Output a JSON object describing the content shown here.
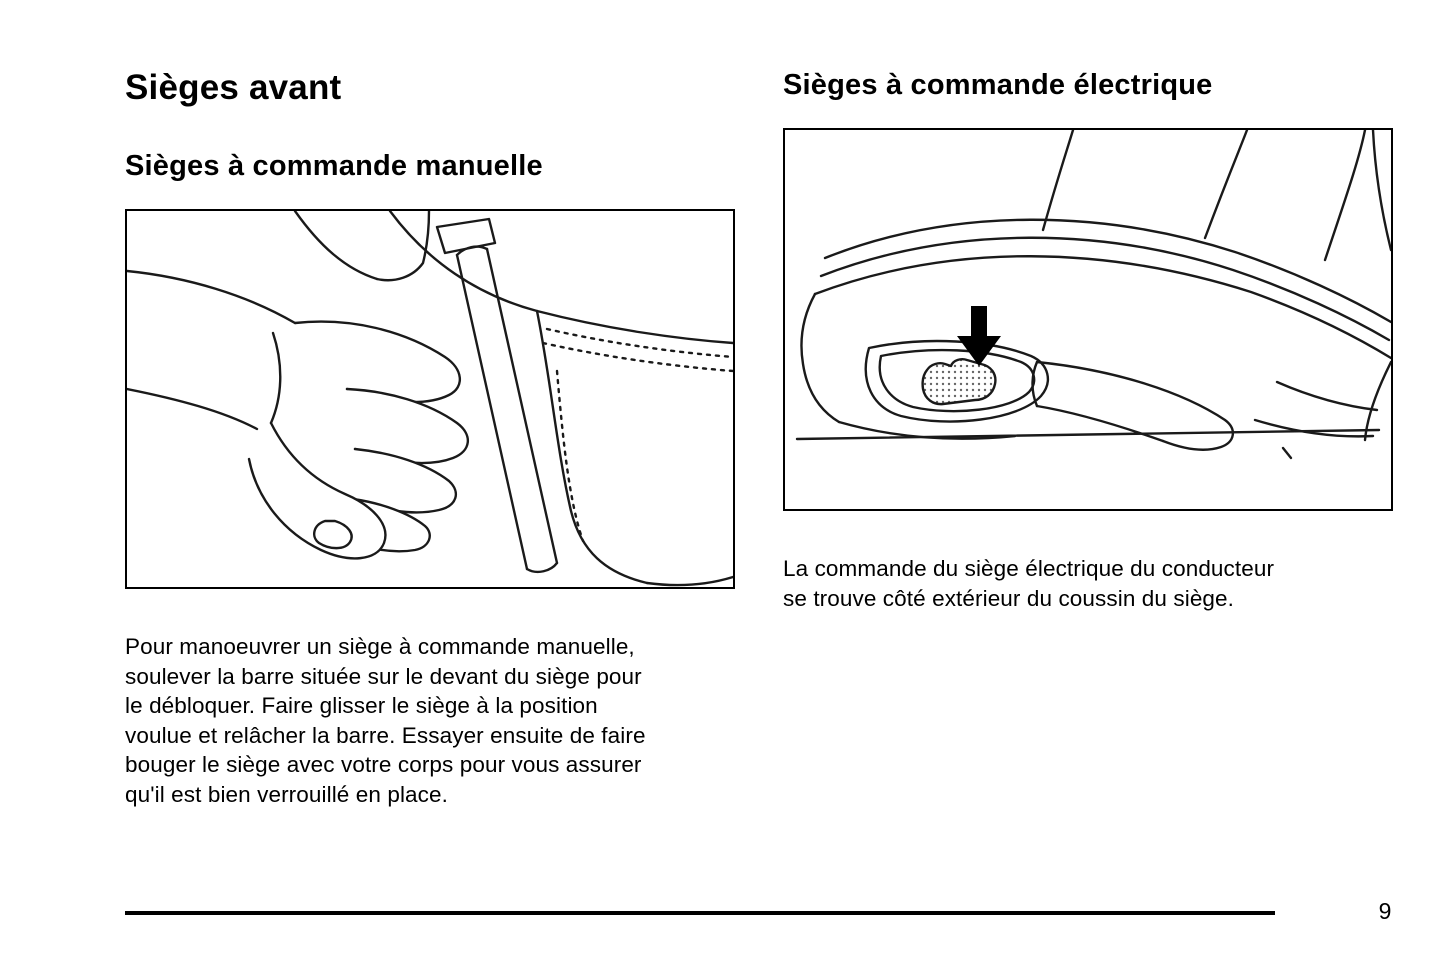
{
  "doc": {
    "section_title": "Sièges avant",
    "manual_seats": {
      "heading": "Sièges à commande manuelle",
      "illustration_name": "hand-lifting-seat-release-bar-drawing",
      "body_lines": [
        "Pour manoeuvrer un siège à commande manuelle,",
        "soulever la barre située sur le devant du siège pour",
        "le débloquer. Faire glisser le siège à la position",
        "voulue et relâcher la barre. Essayer ensuite de faire",
        "bouger le siège avec votre corps pour vous assurer",
        "qu'il est bien verrouillé en place."
      ]
    },
    "power_seats": {
      "heading": "Sièges à commande électrique",
      "illustration_name": "power-seat-control-side-view-drawing",
      "caption_lines": [
        "La commande du siège électrique du conducteur",
        "se trouve côté extérieur du coussin du siège."
      ]
    },
    "footer": {
      "page_number": "9"
    },
    "colors": {
      "ink": "#1a1a1a",
      "paper": "#ffffff"
    }
  }
}
